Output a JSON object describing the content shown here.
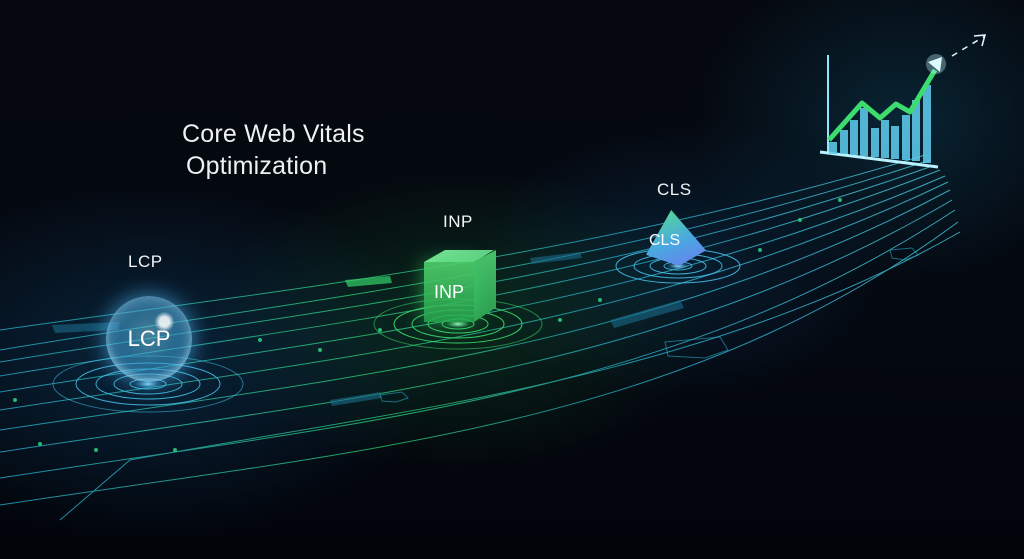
{
  "title": {
    "line1": "Core Web Vitals",
    "line2": "Optimization"
  },
  "metrics": [
    {
      "id": "lcp",
      "label": "LCP",
      "inner_label": "LCP",
      "shape": "sphere",
      "color": "#4fc3f7"
    },
    {
      "id": "inp",
      "label": "INP",
      "inner_label": "INP",
      "shape": "cube",
      "color": "#3ddc6e"
    },
    {
      "id": "cls",
      "label": "CLS",
      "inner_label": "CLS",
      "shape": "pyramid",
      "color": "#5aa8f0"
    }
  ],
  "growth_chart_icon": {
    "icon": "bar-chart-trend-up-icon",
    "bar_color": "#5fd4f5",
    "trend_color": "#3ddc6e",
    "arrow": "arrow-up-right-icon"
  },
  "colors": {
    "background": "#03060b",
    "circuit_blue": "#2bb5d8",
    "circuit_green": "#2fd67a",
    "text": "#eef2f5"
  }
}
